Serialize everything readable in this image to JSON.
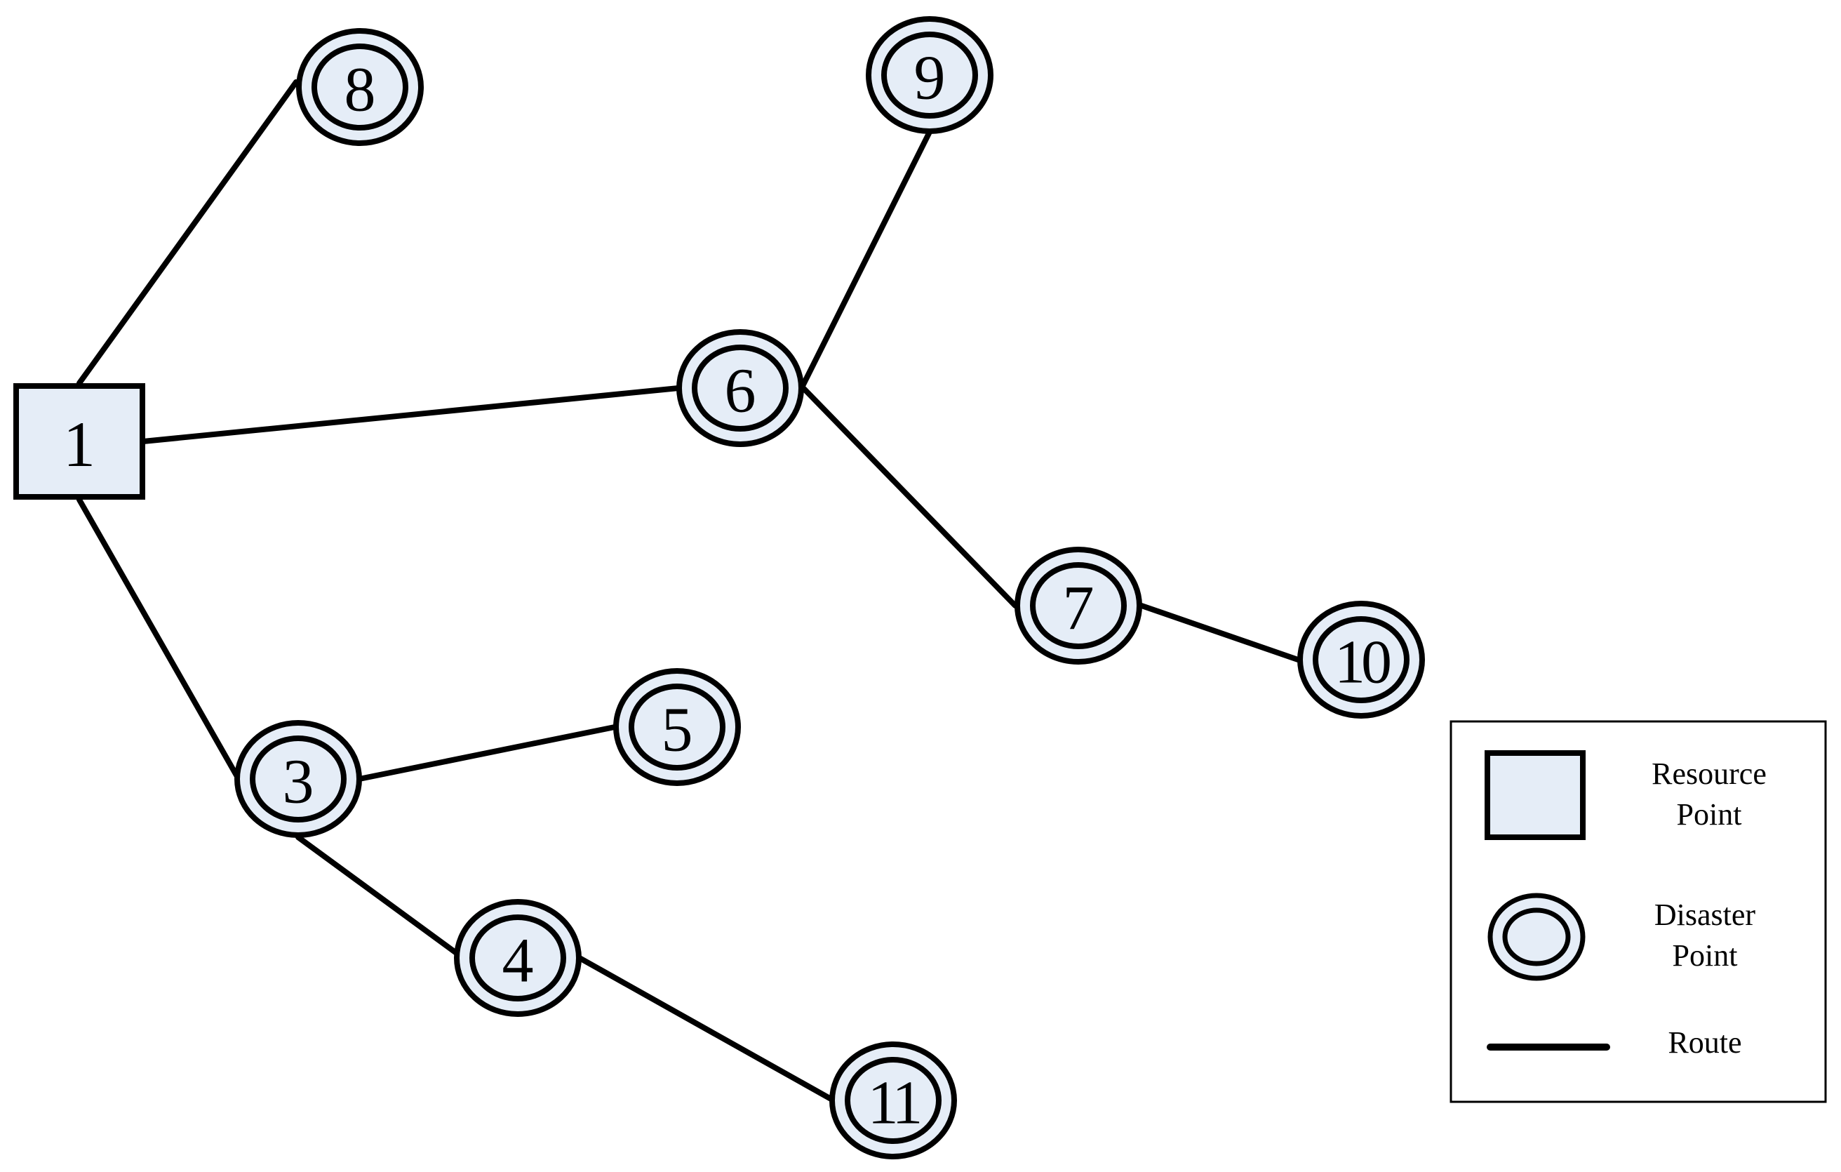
{
  "colors": {
    "node_fill": "#e5edf7",
    "stroke": "#000000",
    "background": "#ffffff"
  },
  "nodes": [
    {
      "id": "1",
      "label": "1",
      "kind": "resource"
    },
    {
      "id": "3",
      "label": "3",
      "kind": "disaster"
    },
    {
      "id": "4",
      "label": "4",
      "kind": "disaster"
    },
    {
      "id": "5",
      "label": "5",
      "kind": "disaster"
    },
    {
      "id": "6",
      "label": "6",
      "kind": "disaster"
    },
    {
      "id": "7",
      "label": "7",
      "kind": "disaster"
    },
    {
      "id": "8",
      "label": "8",
      "kind": "disaster"
    },
    {
      "id": "9",
      "label": "9",
      "kind": "disaster"
    },
    {
      "id": "10",
      "label": "10",
      "kind": "disaster"
    },
    {
      "id": "11",
      "label": "11",
      "kind": "disaster"
    }
  ],
  "routes": [
    {
      "from": "1",
      "to": "8"
    },
    {
      "from": "1",
      "to": "6"
    },
    {
      "from": "1",
      "to": "3"
    },
    {
      "from": "6",
      "to": "9"
    },
    {
      "from": "6",
      "to": "7"
    },
    {
      "from": "7",
      "to": "10"
    },
    {
      "from": "3",
      "to": "5"
    },
    {
      "from": "3",
      "to": "4"
    },
    {
      "from": "4",
      "to": "11"
    }
  ],
  "legend": {
    "resource_line1": "Resource",
    "resource_line2": "Point",
    "disaster_line1": "Disaster",
    "disaster_line2": "Point",
    "route": "Route"
  }
}
